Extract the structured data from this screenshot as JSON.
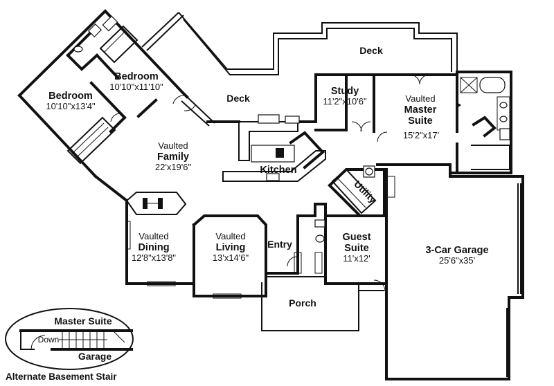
{
  "plan": {
    "rooms": [
      {
        "key": "bedroom2",
        "vaulted": "",
        "name": "Bedroom",
        "dims": "10'10\"x11'10\""
      },
      {
        "key": "bedroom3",
        "vaulted": "",
        "name": "Bedroom",
        "dims": "10'10\"x13'4\""
      },
      {
        "key": "family",
        "vaulted": "Vaulted",
        "name": "Family",
        "dims": "22'x19'6\""
      },
      {
        "key": "kitchen",
        "vaulted": "",
        "name": "Kitchen",
        "dims": ""
      },
      {
        "key": "study",
        "vaulted": "",
        "name": "Study",
        "dims": "11'2\"x10'6\""
      },
      {
        "key": "master",
        "vaulted": "Vaulted",
        "name": "Master Suite",
        "dims": "15'2\"x17'"
      },
      {
        "key": "utility",
        "vaulted": "",
        "name": "Utility",
        "dims": ""
      },
      {
        "key": "dining",
        "vaulted": "Vaulted",
        "name": "Dining",
        "dims": "12'8\"x13'8\""
      },
      {
        "key": "living",
        "vaulted": "Vaulted",
        "name": "Living",
        "dims": "13'x14'6\""
      },
      {
        "key": "entry",
        "vaulted": "",
        "name": "Entry",
        "dims": ""
      },
      {
        "key": "guest",
        "vaulted": "",
        "name": "Guest Suite",
        "dims": "11'x12'"
      },
      {
        "key": "garage",
        "vaulted": "",
        "name": "3-Car Garage",
        "dims": "25'6\"x35'"
      },
      {
        "key": "porch",
        "vaulted": "",
        "name": "Porch",
        "dims": ""
      }
    ],
    "decks": [
      "Deck",
      "Deck"
    ],
    "inset": {
      "title": "Alternate Basement Stair",
      "top_label": "Master Suite",
      "bottom_label": "Garage",
      "stair_label": "Down"
    }
  }
}
